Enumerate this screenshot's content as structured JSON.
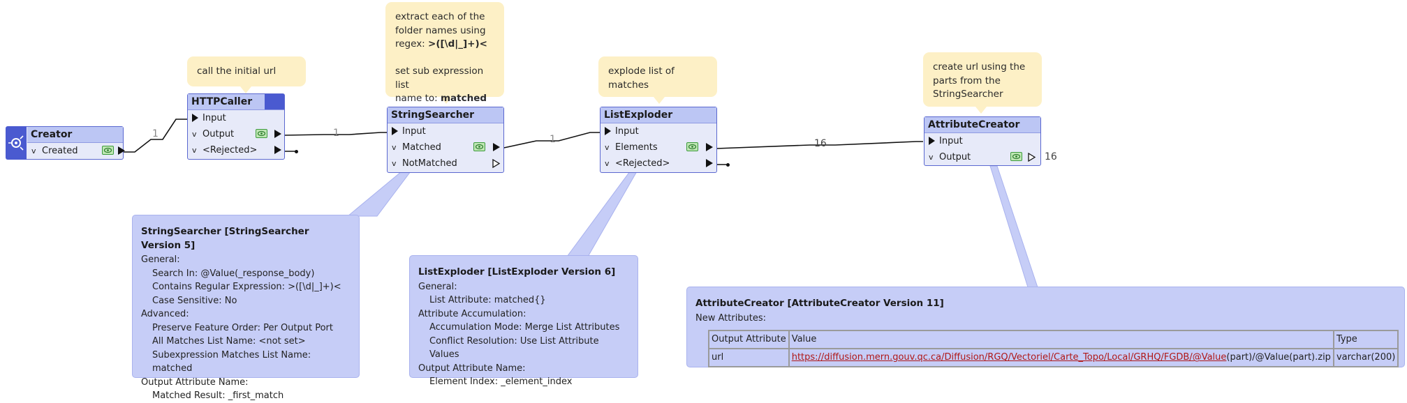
{
  "notes": {
    "httpcaller": [
      "call the initial url"
    ],
    "stringsearcher": {
      "line1": "extract each of the",
      "line2": "folder names using",
      "line3_prefix": "regex: ",
      "line3_bold": ">([\\d|_]+)<",
      "line4": "set sub expression list",
      "line5_prefix": "name to: ",
      "line5_bold": "matched"
    },
    "listexploder": [
      "explode list of",
      "matches"
    ],
    "attributecreator": [
      "create url using the",
      "parts from the",
      "StringSearcher"
    ]
  },
  "nodes": {
    "creator": {
      "title": "Creator",
      "ports": {
        "created": "Created"
      }
    },
    "httpcaller": {
      "title": "HTTPCaller",
      "ports": {
        "input": "Input",
        "output": "Output",
        "rejected": "<Rejected>"
      }
    },
    "stringsearcher": {
      "title": "StringSearcher",
      "ports": {
        "input": "Input",
        "matched": "Matched",
        "notmatched": "NotMatched"
      }
    },
    "listexploder": {
      "title": "ListExploder",
      "ports": {
        "input": "Input",
        "elements": "Elements",
        "rejected": "<Rejected>"
      }
    },
    "attributecreator": {
      "title": "AttributeCreator",
      "ports": {
        "input": "Input",
        "output": "Output"
      }
    }
  },
  "counts": {
    "creator_to_http": "1",
    "http_to_stringsearcher": "1",
    "stringsearcher_to_listexploder": "1",
    "listexploder_to_attributecreator": "16",
    "attributecreator_output": "16"
  },
  "panels": {
    "stringsearcher": {
      "title": "StringSearcher [StringSearcher Version 5]",
      "general": "General:",
      "search_in": "Search In: @Value(_response_body)",
      "regex": "Contains Regular Expression: >([\\d|_]+)<",
      "case": "Case Sensitive: No",
      "advanced": "Advanced:",
      "order": "Preserve Feature Order: Per Output Port",
      "all_matches": "All Matches List Name: <not set>",
      "subexpr": "Subexpression Matches List Name: matched",
      "output_name": "Output Attribute Name:",
      "matched_result": "Matched Result: _first_match"
    },
    "listexploder": {
      "title": "ListExploder [ListExploder Version 6]",
      "general": "General:",
      "list_attr": "List Attribute: matched{}",
      "accum": "Attribute Accumulation:",
      "accum_mode": "Accumulation Mode: Merge List Attributes",
      "conflict": "Conflict Resolution: Use List Attribute Values",
      "output_name": "Output Attribute Name:",
      "element_index": "Element Index: _element_index"
    },
    "attributecreator": {
      "title": "AttributeCreator [AttributeCreator Version 11]",
      "new_attrs": "New Attributes:",
      "headers": [
        "Output Attribute",
        "Value",
        "Type"
      ],
      "row": {
        "name": "url",
        "value_link": "https://diffusion.mern.gouv.qc.ca/Diffusion/RGQ/Vectoriel/Carte_Topo/Local/GRHQ/FGDB/@Value",
        "value_rest": "(part)/@Value(part).zip",
        "type": "varchar(200)"
      }
    }
  },
  "colors": {
    "node_fill": "#e7eaf9",
    "node_header": "#bcc6f4",
    "node_border": "#5a67d0",
    "note_fill": "#fdf0c6",
    "panel_fill": "#c6cdf7",
    "eye_fill": "#bfe6b4"
  }
}
